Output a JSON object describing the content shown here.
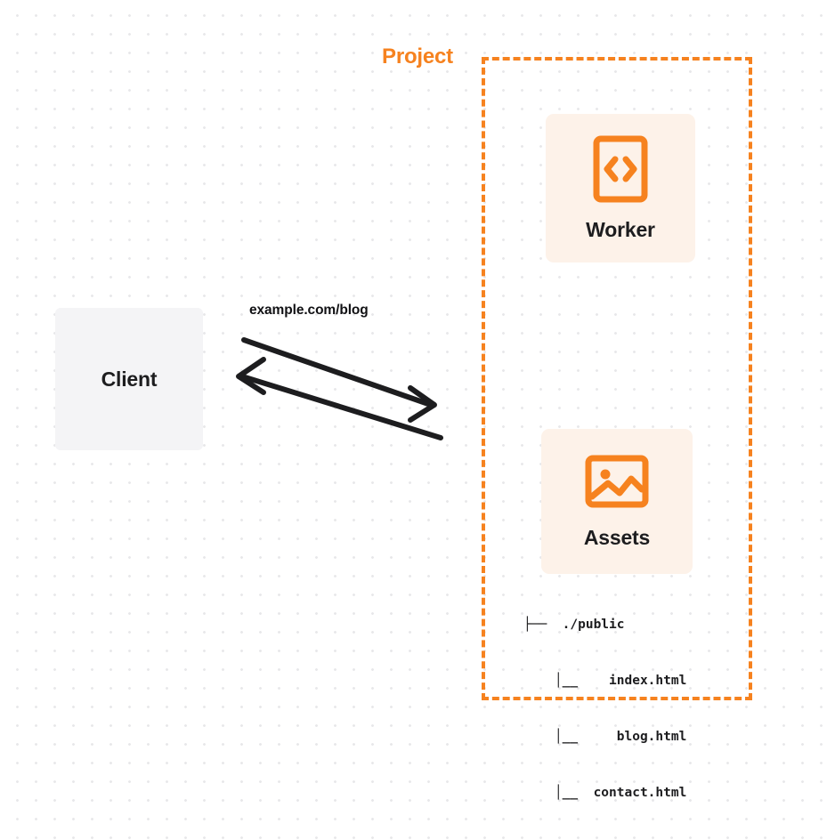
{
  "diagram": {
    "title": "Client to Project request flow",
    "background": {
      "style": "dot-grid",
      "dot_color": "#e8e8ea",
      "page_color": "#ffffff"
    },
    "colors": {
      "brand_orange": "#f6821f",
      "card_fill": "#fdf2e9",
      "client_fill": "#f4f4f6",
      "text_dark": "#1d1d1f",
      "arrow_stroke": "#1d1d1f"
    }
  },
  "client": {
    "label": "Client"
  },
  "edge": {
    "label": "example.com/blog",
    "request_direction": "client-to-project",
    "response_direction": "project-to-client"
  },
  "project": {
    "title": "Project",
    "cards": [
      {
        "id": "worker",
        "label": "Worker",
        "icon": "code-brackets-icon"
      },
      {
        "id": "assets",
        "label": "Assets",
        "icon": "image-icon"
      }
    ],
    "file_tree": {
      "root": "├──  ./public",
      "children": [
        "    │__    index.html",
        "    │__     blog.html",
        "    │__  contact.html"
      ]
    }
  }
}
